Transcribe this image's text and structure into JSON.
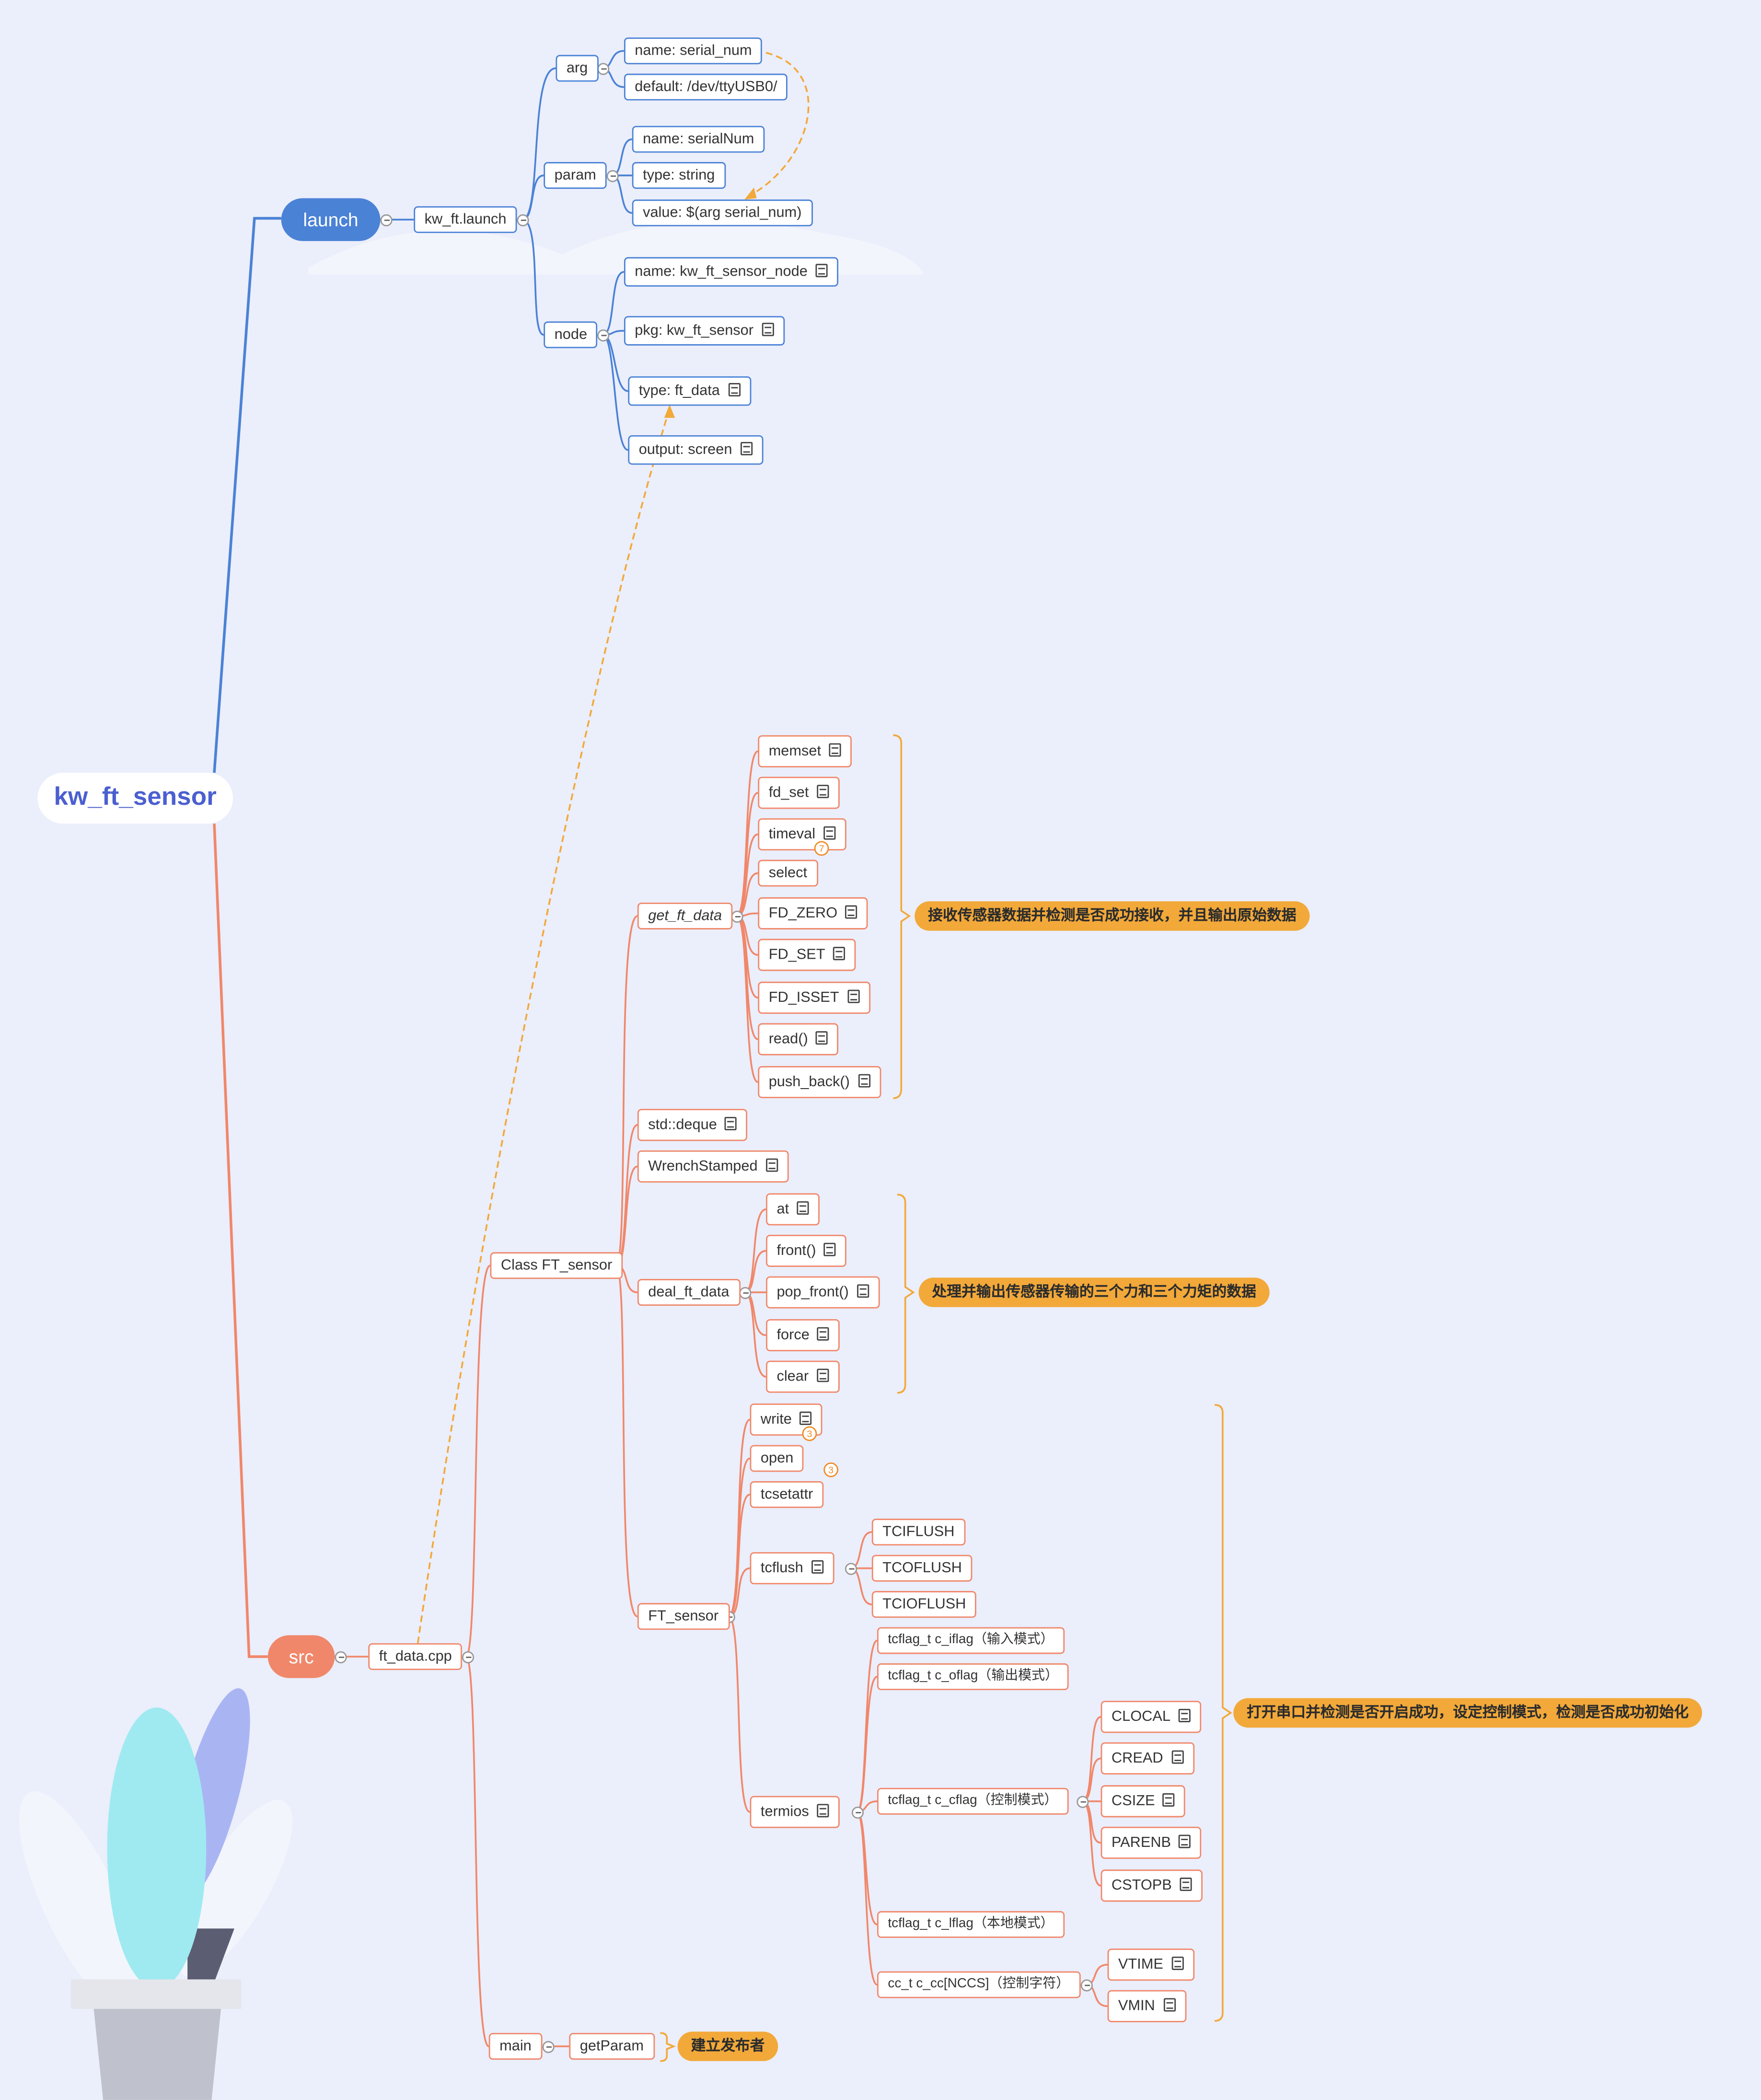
{
  "root": "kw_ft_sensor",
  "launch": {
    "label": "launch",
    "file": "kw_ft.launch",
    "arg": {
      "label": "arg",
      "name": "name: serial_num",
      "default": "default: /dev/ttyUSB0/"
    },
    "param": {
      "label": "param",
      "name": "name: serialNum",
      "type": "type: string",
      "value": "value: $(arg serial_num)"
    },
    "node": {
      "label": "node",
      "name": "name: kw_ft_sensor_node",
      "pkg": "pkg: kw_ft_sensor",
      "type": "type: ft_data",
      "output": "output: screen"
    }
  },
  "src": {
    "label": "src",
    "file": "ft_data.cpp",
    "class_label": "Class FT_sensor",
    "get_ft_data": {
      "label": "get_ft_data",
      "items": [
        "memset",
        "fd_set",
        "timeval",
        "select",
        "FD_ZERO",
        "FD_SET",
        "FD_ISSET",
        "read()",
        "push_back()"
      ],
      "timeval_badge": "7",
      "summary": "接收传感器数据并检测是否成功接收，并且输出原始数据"
    },
    "std_deque": "std::deque",
    "wrench": "WrenchStamped",
    "deal_ft_data": {
      "label": "deal_ft_data",
      "items": [
        "at",
        "front()",
        "pop_front()",
        "force",
        "clear"
      ],
      "summary": "处理并输出传感器传输的三个力和三个力矩的数据"
    },
    "ft_sensor": {
      "label": "FT_sensor",
      "write": "write",
      "open": "open",
      "tcsetattr": "tcsetattr",
      "write_badge": "3",
      "open_badge": "3",
      "tcflush": {
        "label": "tcflush",
        "items": [
          "TCIFLUSH",
          "TCOFLUSH",
          "TCIOFLUSH"
        ]
      },
      "termios": {
        "label": "termios",
        "iflag": "tcflag_t c_iflag（输入模式）",
        "oflag": "tcflag_t c_oflag（输出模式）",
        "cflag": {
          "label": "tcflag_t c_cflag（控制模式）",
          "items": [
            "CLOCAL",
            "CREAD",
            "CSIZE",
            "PARENB",
            "CSTOPB"
          ]
        },
        "lflag": "tcflag_t c_lflag（本地模式）",
        "cc": {
          "label": "cc_t c_cc[NCCS]（控制字符）",
          "items": [
            "VTIME",
            "VMIN"
          ]
        }
      },
      "summary": "打开串口并检测是否开启成功，设定控制模式，检测是否成功初始化"
    },
    "main": {
      "label": "main",
      "getparam": "getParam",
      "summary": "建立发布者"
    }
  },
  "colors": {
    "blue": "#4a82d6",
    "orange": "#f0876a",
    "summary": "#f2a93a",
    "background": "#ebeefb"
  }
}
